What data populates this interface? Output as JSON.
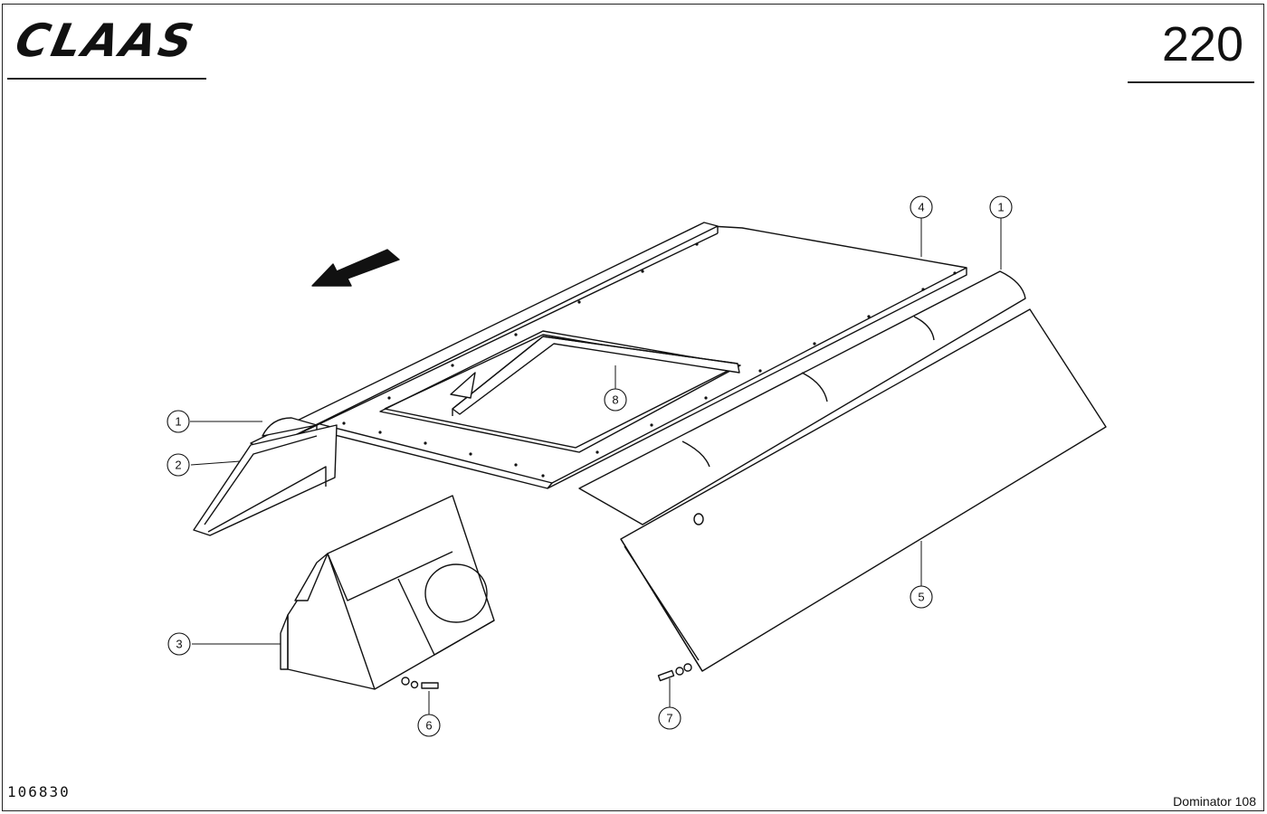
{
  "header": {
    "logo_text": "CLAAS",
    "page_number": "220"
  },
  "footer": {
    "drawing_number": "106830",
    "model_name": "Dominator 108"
  },
  "diagram": {
    "callouts": [
      "1",
      "2",
      "3",
      "4",
      "1",
      "5",
      "6",
      "7",
      "8"
    ],
    "direction_arrow_icon": "direction-arrow-icon"
  }
}
